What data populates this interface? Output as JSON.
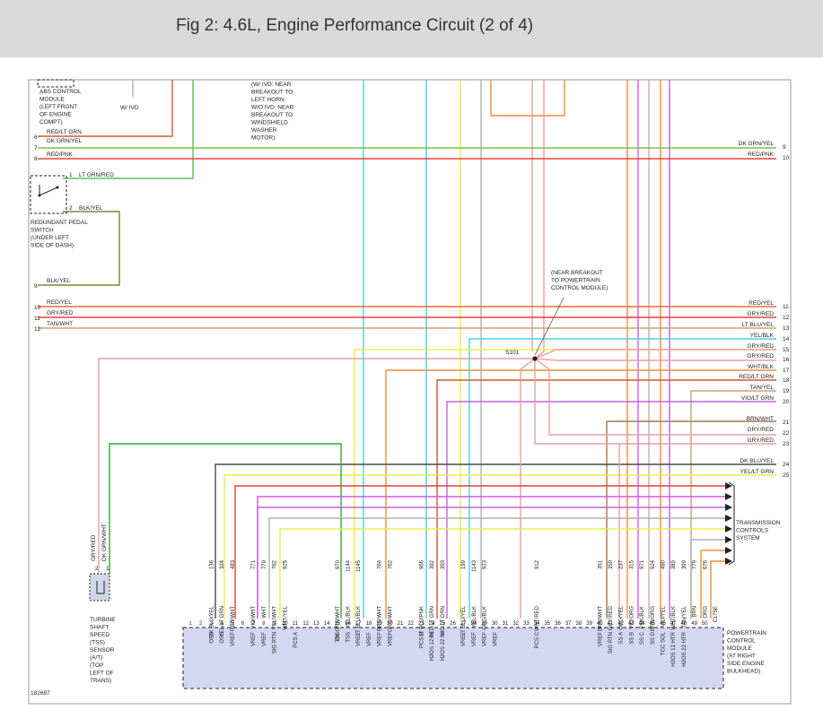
{
  "header": {
    "title": "Fig 2: 4.6L, Engine Performance Circuit (2 of 4)"
  },
  "colors": {
    "dk_grn": "#7dc242",
    "red": "#e8403c",
    "red_lt_grn": "#d4572a",
    "lt_grn": "#55c455",
    "olive": "#708a3c",
    "orange_red": "#ef6b3b",
    "tan": "#c9a27a",
    "lt_blu": "#45d7d7",
    "yel": "#eded44",
    "salmon": "#e8a0a0",
    "orange": "#ef8c3b",
    "brown": "#9a7b4e",
    "magenta": "#e055e0",
    "violet": "#c462e0",
    "gray": "#b0b0b0",
    "dk_blu": "#444b54",
    "dk_grn_wht": "#36a836"
  },
  "labels": {
    "abs_module": [
      "ABS CONTROL",
      "MODULE",
      "(LEFT FRONT",
      "OF ENGINE",
      "COMPT)"
    ],
    "w_ivd": "W/ IVD",
    "near_breakout": [
      "(W/ IVD: NEAR",
      "BREAKOUT TO",
      "LEFT HORN",
      "W/O IVD: NEAR",
      "BREAKOUT TO",
      "WINDSHIELD",
      "WASHER",
      "MOTOR)"
    ],
    "pedal_switch": [
      "REDUNDANT PEDAL",
      "SWITCH",
      "(UNDER LEFT",
      "SIDE OF DASH)"
    ],
    "pcm_breakout": [
      "(NEAR BREAKOUT",
      "TO POWERTRAIN",
      "CONTROL MODULE)"
    ],
    "splice": "S101",
    "tcs": [
      "TRANSMISSION",
      "CONTROLS",
      "SYSTEM"
    ],
    "pcm": [
      "POWERTRAIN",
      "CONTROL",
      "MODULE",
      "(AT RIGHT",
      "SIDE ENGINE",
      "BULKHEAD)"
    ],
    "turbine": [
      "TURBINE",
      "SHAFT",
      "SPEED",
      "(TSS)",
      "SENSOR",
      "(A/T)",
      "(TOP",
      "LEFT OF",
      "TRANS)"
    ],
    "fig_id": "182697"
  },
  "left_wires": [
    {
      "num": "6",
      "label": "RED/LT GRN"
    },
    {
      "num": "7",
      "label": "DK GRN/YEL"
    },
    {
      "num": "8",
      "label": "RED/PNK"
    },
    {
      "num": "9",
      "label": "BLK/YEL"
    },
    {
      "num": "10",
      "label": "RED/YEL"
    },
    {
      "num": "11",
      "label": "GRY/RED"
    },
    {
      "num": "12",
      "label": "TAN/WHT"
    }
  ],
  "pedal_pins": [
    {
      "num": "1",
      "label": "LT GRN/RED"
    },
    {
      "num": "2",
      "label": "BLK/YEL"
    }
  ],
  "right_wires": [
    {
      "num": "9",
      "label": "DK GRN/YEL"
    },
    {
      "num": "10",
      "label": "RED/PNK"
    },
    {
      "num": "11",
      "label": "RED/YEL"
    },
    {
      "num": "12",
      "label": "GRY/RED"
    },
    {
      "num": "13",
      "label": "LT BLU/YEL"
    },
    {
      "num": "14",
      "label": "YEL/BLK"
    },
    {
      "num": "15",
      "label": "GRY/RED"
    },
    {
      "num": "16",
      "label": "GRY/RED"
    },
    {
      "num": "17",
      "label": "WHT/BLK"
    },
    {
      "num": "18",
      "label": "RED/LT GRN"
    },
    {
      "num": "19",
      "label": "TAN/YEL"
    },
    {
      "num": "20",
      "label": "VIO/LT GRN"
    },
    {
      "num": "21",
      "label": "BRN/WHT"
    },
    {
      "num": "22",
      "label": "GRY/RED"
    },
    {
      "num": "23",
      "label": "GRY/RED"
    },
    {
      "num": "24",
      "label": "DK BLU/YEL"
    },
    {
      "num": "25",
      "label": "YEL/LT GRN"
    }
  ],
  "tss_wires": [
    "GRY/RED",
    "DK GRN/WHT"
  ],
  "tss_pins": [
    "2",
    "1"
  ],
  "pcm_pins": [
    {
      "num": "1",
      "fn": "",
      "color": "",
      "circuit": ""
    },
    {
      "num": "2",
      "fn": "",
      "color": "",
      "circuit": ""
    },
    {
      "num": "3",
      "fn": "OSS",
      "color": "DK BLU/YEL",
      "circuit": "136"
    },
    {
      "num": "4",
      "fn": "OSS",
      "color": "YEL/LT GRN",
      "circuit": "324"
    },
    {
      "num": "5",
      "fn": "VREF",
      "color": "RED/WHT",
      "circuit": "483"
    },
    {
      "num": "6",
      "fn": "",
      "color": "",
      "circuit": ""
    },
    {
      "num": "7",
      "fn": "VREF",
      "color": "VIO/WHT",
      "circuit": "771"
    },
    {
      "num": "8",
      "fn": "VREF",
      "color": "WHT",
      "circuit": "779"
    },
    {
      "num": "9",
      "fn": "SIG RTN",
      "color": "YEL/WHT",
      "circuit": "762"
    },
    {
      "num": "10",
      "fn": "",
      "color": "WHT/YEL",
      "circuit": "925"
    },
    {
      "num": "11",
      "fn": "PCS A",
      "color": "",
      "circuit": ""
    },
    {
      "num": "12",
      "fn": "",
      "color": "",
      "circuit": ""
    },
    {
      "num": "13",
      "fn": "",
      "color": "",
      "circuit": ""
    },
    {
      "num": "14",
      "fn": "",
      "color": "",
      "circuit": ""
    },
    {
      "num": "15",
      "fn": "TSS",
      "color": "DK GRN/WHT",
      "circuit": "970"
    },
    {
      "num": "16",
      "fn": "TSS",
      "color": "YEL/BLK",
      "circuit": "1144"
    },
    {
      "num": "17",
      "fn": "VREF",
      "color": "LT BLU/BLK",
      "circuit": "1145"
    },
    {
      "num": "18",
      "fn": "VREF",
      "color": "",
      "circuit": ""
    },
    {
      "num": "19",
      "fn": "VREF",
      "color": "BRN/WHT",
      "circuit": "764"
    },
    {
      "num": "20",
      "fn": "VREF",
      "color": "ORG/WHT",
      "circuit": "762"
    },
    {
      "num": "21",
      "fn": "",
      "color": "",
      "circuit": ""
    },
    {
      "num": "22",
      "fn": "",
      "color": "",
      "circuit": ""
    },
    {
      "num": "23",
      "fn": "PCS B",
      "color": "LT BLU/PNK",
      "circuit": "966"
    },
    {
      "num": "24",
      "fn": "H2OS 12 IN",
      "color": "RED/LT GRN",
      "circuit": "392"
    },
    {
      "num": "25",
      "fn": "H2OS 22 IN",
      "color": "VIO/LT GRN",
      "circuit": "393"
    },
    {
      "num": "26",
      "fn": "",
      "color": "",
      "circuit": ""
    },
    {
      "num": "27",
      "fn": "VREF",
      "color": "LT BLU/YEL",
      "circuit": "199"
    },
    {
      "num": "28",
      "fn": "VREF",
      "color": "YEL/BLK",
      "circuit": "1143"
    },
    {
      "num": "29",
      "fn": "VREF",
      "color": "ORG/BLK",
      "circuit": "923"
    },
    {
      "num": "30",
      "fn": "VREF",
      "color": "",
      "circuit": ""
    },
    {
      "num": "31",
      "fn": "",
      "color": "",
      "circuit": ""
    },
    {
      "num": "32",
      "fn": "",
      "color": "",
      "circuit": ""
    },
    {
      "num": "33",
      "fn": "",
      "color": "",
      "circuit": ""
    },
    {
      "num": "34",
      "fn": "PCS C",
      "color": "WHT/RED",
      "circuit": "912"
    },
    {
      "num": "35",
      "fn": "",
      "color": "",
      "circuit": ""
    },
    {
      "num": "36",
      "fn": "",
      "color": "",
      "circuit": ""
    },
    {
      "num": "37",
      "fn": "",
      "color": "",
      "circuit": ""
    },
    {
      "num": "38",
      "fn": "",
      "color": "",
      "circuit": ""
    },
    {
      "num": "39",
      "fn": "",
      "color": "",
      "circuit": ""
    },
    {
      "num": "40",
      "fn": "VREF",
      "color": "BRN/WHT",
      "circuit": "351"
    },
    {
      "num": "41",
      "fn": "SIG RTN",
      "color": "GRY/RED",
      "circuit": "359"
    },
    {
      "num": "42",
      "fn": "SS A",
      "color": "ORG/YEL",
      "circuit": "237"
    },
    {
      "num": "43",
      "fn": "SS B",
      "color": "VIO/ORG",
      "circuit": "315"
    },
    {
      "num": "44",
      "fn": "SS C",
      "color": "PNK/BLK",
      "circuit": "971"
    },
    {
      "num": "45",
      "fn": "SS D",
      "color": "BRN/ORG",
      "circuit": "924"
    },
    {
      "num": "46",
      "fn": "TCC SOL",
      "color": "VIO/YEL",
      "circuit": "480"
    },
    {
      "num": "47",
      "fn": "H2OS 12 HTR",
      "color": "WHT/BLK",
      "circuit": "389"
    },
    {
      "num": "48",
      "fn": "H2OS 22 HTR",
      "color": "TAN/YEL",
      "circuit": "399"
    },
    {
      "num": "49",
      "fn": "",
      "color": "BRN",
      "circuit": "779"
    },
    {
      "num": "50",
      "fn": "",
      "color": "ORG",
      "circuit": "676"
    },
    {
      "num": "",
      "fn": "",
      "color": "C175E",
      "circuit": ""
    }
  ]
}
